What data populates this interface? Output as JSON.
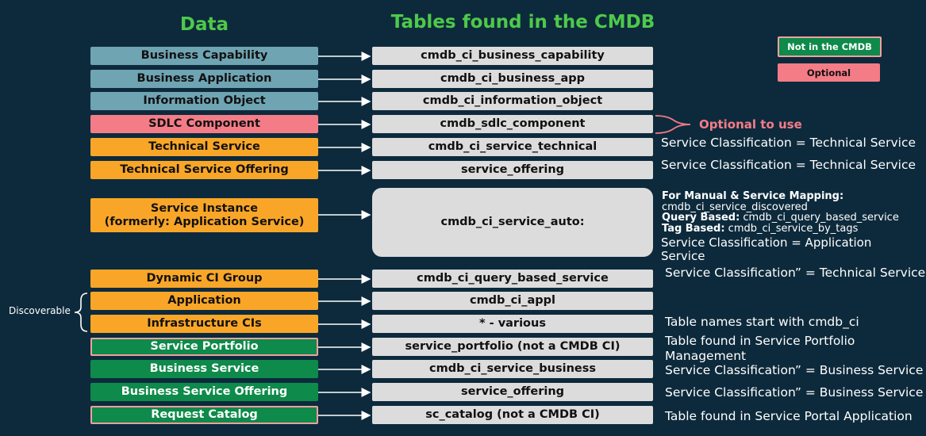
{
  "headers": {
    "data": "Data",
    "tables": "Tables found in the CMDB"
  },
  "legend": {
    "not_in_cmdb": "Not in the CMDB",
    "optional": "Optional"
  },
  "colors": {
    "background": "#0d2a3c",
    "teal": "#6fa4b3",
    "pink": "#f47c87",
    "orange": "#f9a628",
    "green": "#0e8a4a",
    "header_green": "#4ec94a",
    "table_gray": "#dcdcdc"
  },
  "rows": [
    {
      "data": "Business Capability",
      "table": "cmdb_ci_business_capability",
      "note": ""
    },
    {
      "data": "Business Application",
      "table": "cmdb_ci_business_app",
      "note": ""
    },
    {
      "data": "Information Object",
      "table": "cmdb_ci_information_object",
      "note": ""
    },
    {
      "data": "SDLC Component",
      "table": "cmdb_sdlc_component",
      "note": "Optional to use"
    },
    {
      "data": "Technical Service",
      "table": "cmdb_ci_service_technical",
      "note": "Service Classification = Technical Service"
    },
    {
      "data": "Technical Service Offering",
      "table": "service_offering",
      "note": "Service Classification = Technical Service"
    },
    {
      "data_line1": "Service Instance",
      "data_line2": "(formerly: Application Service)",
      "table": "cmdb_ci_service_auto:",
      "note_manual_label": "For Manual & Service Mapping:",
      "note_manual_value": "cmdb_ci_service_discovered",
      "note_query_label": "Query Based:",
      "note_query_value": " cmdb_ci_query_based_service",
      "note_tag_label": "Tag Based:",
      "note_tag_value": " cmdb_ci_service_by_tags",
      "note_classification": "Service Classification = Application Service"
    },
    {
      "data": "Dynamic CI Group",
      "table": "cmdb_ci_query_based_service",
      "note": "Service Classification” = Technical Service"
    },
    {
      "data": "Application",
      "table": "cmdb_ci_appl",
      "note": ""
    },
    {
      "data": "Infrastructure CIs",
      "table": "* - various",
      "note": "Table names start with cmdb_ci"
    },
    {
      "data": "Service Portfolio",
      "table": "service_portfolio (not a CMDB CI)",
      "note": "Table found in Service Portfolio Management"
    },
    {
      "data": "Business Service",
      "table": "cmdb_ci_service_business",
      "note": "Service Classification” = Business Service"
    },
    {
      "data": "Business Service Offering",
      "table": "service_offering",
      "note": "Service Classification” = Business Service"
    },
    {
      "data": "Request Catalog",
      "table": "sc_catalog (not a CMDB CI)",
      "note": "Table found in Service Portal Application"
    }
  ],
  "discoverable_label": "Discoverable"
}
